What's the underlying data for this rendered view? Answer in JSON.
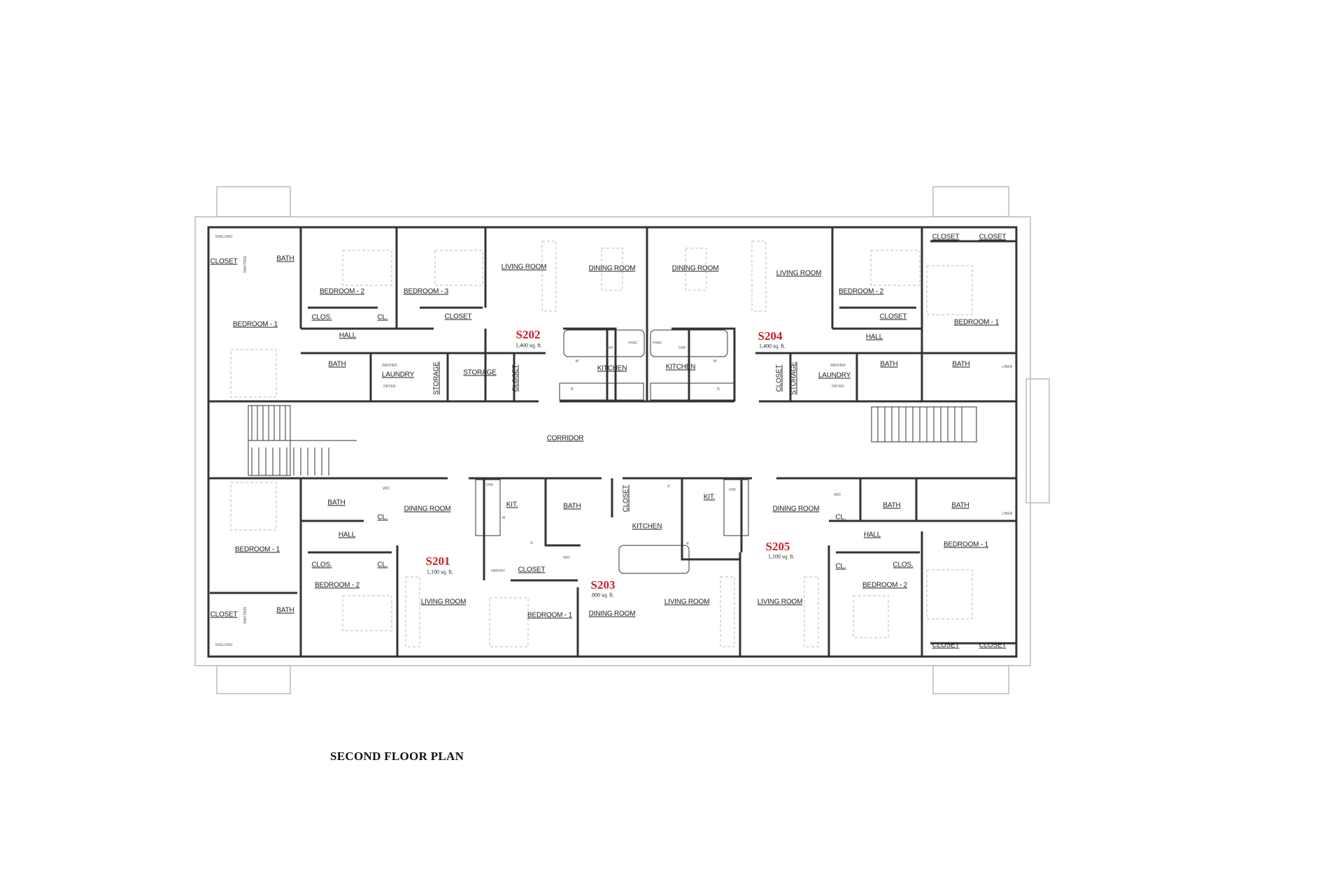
{
  "title": "SECOND FLOOR PLAN",
  "colors": {
    "unit_label": "#c8202a",
    "walls": "#333333",
    "furniture": "#bbbbbb"
  },
  "units": [
    {
      "id": "S202",
      "area": "1,400 sq. ft."
    },
    {
      "id": "S204",
      "area": "1,400 sq. ft."
    },
    {
      "id": "S201",
      "area": "1,100 sq. ft."
    },
    {
      "id": "S203",
      "area": "800 sq. ft."
    },
    {
      "id": "S205",
      "area": "1,100 sq. ft."
    }
  ],
  "rooms": {
    "corridor": "CORRIDOR",
    "s202": [
      "CLOSET",
      "BATH",
      "BEDROOM - 2",
      "BEDROOM - 3",
      "LIVING ROOM",
      "DINING ROOM",
      "CLOS.",
      "CL.",
      "CLOSET",
      "BEDROOM - 1",
      "HALL",
      "BATH",
      "LAUNDRY",
      "STORAGE",
      "STORAGE",
      "CLOSET",
      "KITCHEN"
    ],
    "s204": [
      "DINING ROOM",
      "LIVING ROOM",
      "BEDROOM - 2",
      "CLOSET",
      "CLOSET",
      "BEDROOM - 1",
      "CLOSET",
      "HALL",
      "KITCHEN",
      "CLOSET",
      "STORAGE",
      "LAUNDRY",
      "BATH",
      "BATH"
    ],
    "s201": [
      "BATH",
      "DINING ROOM",
      "KIT.",
      "HALL",
      "CL.",
      "BEDROOM - 1",
      "CLOS.",
      "CL.",
      "BEDROOM - 2",
      "LIVING ROOM",
      "CLOSET",
      "BATH"
    ],
    "s203": [
      "BATH",
      "CLOSET",
      "KITCHEN",
      "CLOSET",
      "BEDROOM - 1",
      "DINING ROOM",
      "LIVING ROOM"
    ],
    "s205": [
      "KIT.",
      "DINING ROOM",
      "BATH",
      "BATH",
      "HALL",
      "CL.",
      "BEDROOM - 1",
      "CLOS.",
      "CL.",
      "BEDROOM - 2",
      "LIVING ROOM",
      "CLOSET",
      "CLOSET"
    ]
  },
  "small_labels": [
    "SHELVING",
    "SHELVING",
    "WASHER",
    "DRYER",
    "D/W",
    "HYAC",
    "HYAC",
    "D/W",
    "R",
    "W",
    "W",
    "R",
    "WASHER",
    "DRYER",
    "LINEN",
    "W/D",
    "D/W",
    "W",
    "R",
    "PANTRY",
    "W/D",
    "R",
    "R",
    "D/W",
    "W/D",
    "LINEN",
    "SHELVING",
    "SHELVING"
  ]
}
